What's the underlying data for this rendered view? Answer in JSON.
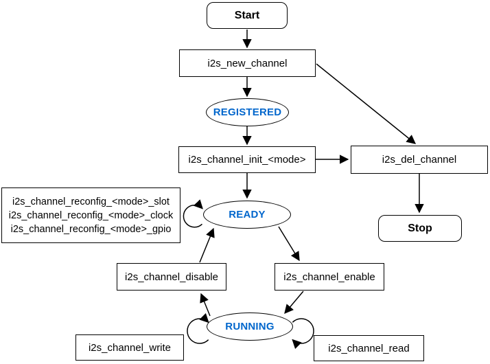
{
  "diagram": {
    "type": "state-flow-diagram",
    "colors": {
      "stroke": "#000000",
      "state_text": "#0066CC",
      "background": "#FFFFFF"
    },
    "nodes": {
      "start": {
        "label": "Start",
        "shape": "rounded-rect"
      },
      "new_channel": {
        "label": "i2s_new_channel",
        "shape": "rect"
      },
      "registered": {
        "label": "REGISTERED",
        "shape": "ellipse"
      },
      "init": {
        "label": "i2s_channel_init_<mode>",
        "shape": "rect"
      },
      "del_channel": {
        "label": "i2s_del_channel",
        "shape": "rect"
      },
      "stop": {
        "label": "Stop",
        "shape": "rounded-rect"
      },
      "reconfig": {
        "shape": "rect",
        "lines": [
          "i2s_channel_reconfig_<mode>_slot",
          "i2s_channel_reconfig_<mode>_clock",
          "i2s_channel_reconfig_<mode>_gpio"
        ]
      },
      "ready": {
        "label": "READY",
        "shape": "ellipse"
      },
      "disable": {
        "label": "i2s_channel_disable",
        "shape": "rect"
      },
      "enable": {
        "label": "i2s_channel_enable",
        "shape": "rect"
      },
      "running": {
        "label": "RUNNING",
        "shape": "ellipse"
      },
      "write": {
        "label": "i2s_channel_write",
        "shape": "rect"
      },
      "read": {
        "label": "i2s_channel_read",
        "shape": "rect"
      }
    },
    "edges": [
      {
        "from": "start",
        "to": "new_channel"
      },
      {
        "from": "new_channel",
        "to": "registered"
      },
      {
        "from": "new_channel",
        "to": "del_channel"
      },
      {
        "from": "registered",
        "to": "init"
      },
      {
        "from": "init",
        "to": "del_channel"
      },
      {
        "from": "init",
        "to": "ready"
      },
      {
        "from": "del_channel",
        "to": "stop"
      },
      {
        "from": "ready",
        "to": "ready",
        "note": "self-loop (reconfig)"
      },
      {
        "from": "disable",
        "to": "ready"
      },
      {
        "from": "ready",
        "to": "enable"
      },
      {
        "from": "enable",
        "to": "running"
      },
      {
        "from": "running",
        "to": "disable"
      },
      {
        "from": "running",
        "to": "running",
        "note": "self-loop left (write)"
      },
      {
        "from": "running",
        "to": "running",
        "note": "self-loop right (read)"
      }
    ]
  }
}
